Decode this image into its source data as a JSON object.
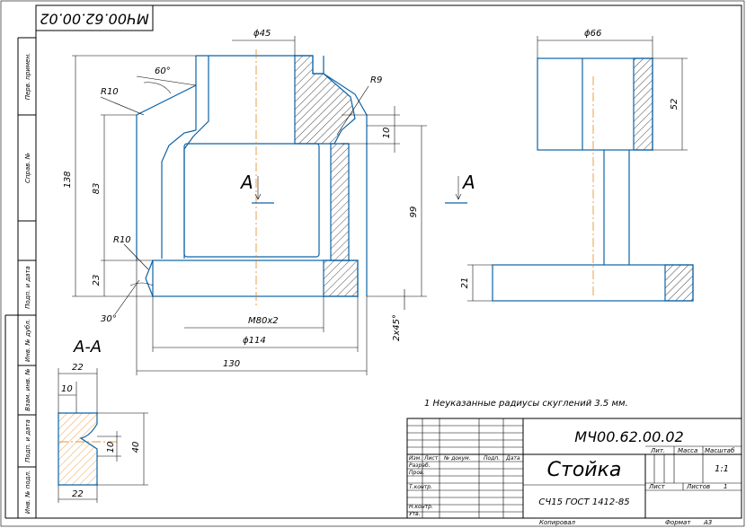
{
  "drawing": {
    "designation": "МЧ00.62.00.02",
    "designation_rotated": "МЧ00.62.00.02",
    "part_name": "Стойка",
    "material": "СЧ15 ГОСТ 1412-85",
    "note": "1 Неуказанные радиусы скуглений 3.5 мм.",
    "scale": "1:1",
    "sheet_label": "Лист",
    "sheets_label": "Листов",
    "sheets_count": "1",
    "copied_label": "Копировал",
    "format_label": "Формат",
    "format_value": "А3"
  },
  "title_block": {
    "col_headers": [
      "Изм.",
      "Лист",
      "№ докум.",
      "Подп.",
      "Дата"
    ],
    "row_labels": [
      "Разраб.",
      "Пров.",
      "Т.контр.",
      "",
      "Н.контр.",
      "Утв."
    ],
    "lit_label": "Лит.",
    "mass_label": "Масса",
    "scale_label": "Масштаб"
  },
  "side_stamp": [
    "Перв. примен.",
    "Справ. №",
    "Подп. и дата",
    "Инв. № дубл.",
    "Взам. инв. №",
    "Подп. и дата",
    "Инв. № подл."
  ],
  "section": {
    "label": "А-А",
    "marker_left": "А",
    "marker_right": "А"
  },
  "dimensions": {
    "d45": "ϕ45",
    "d66": "ϕ66",
    "r9": "R9",
    "r10_top": "R10",
    "r10_bottom": "R10",
    "angle60": "60°",
    "angle30": "30°",
    "d138": "138",
    "d83": "83",
    "d23": "23",
    "d10_top": "10",
    "d99": "99",
    "d52": "52",
    "d21": "21",
    "thread": "M80x2",
    "d114": "ϕ114",
    "d130": "130",
    "chamfer": "2x45°",
    "s22_top": "22",
    "s10_top": "10",
    "s10_mid": "10",
    "s40": "40",
    "s22_bottom": "22"
  }
}
